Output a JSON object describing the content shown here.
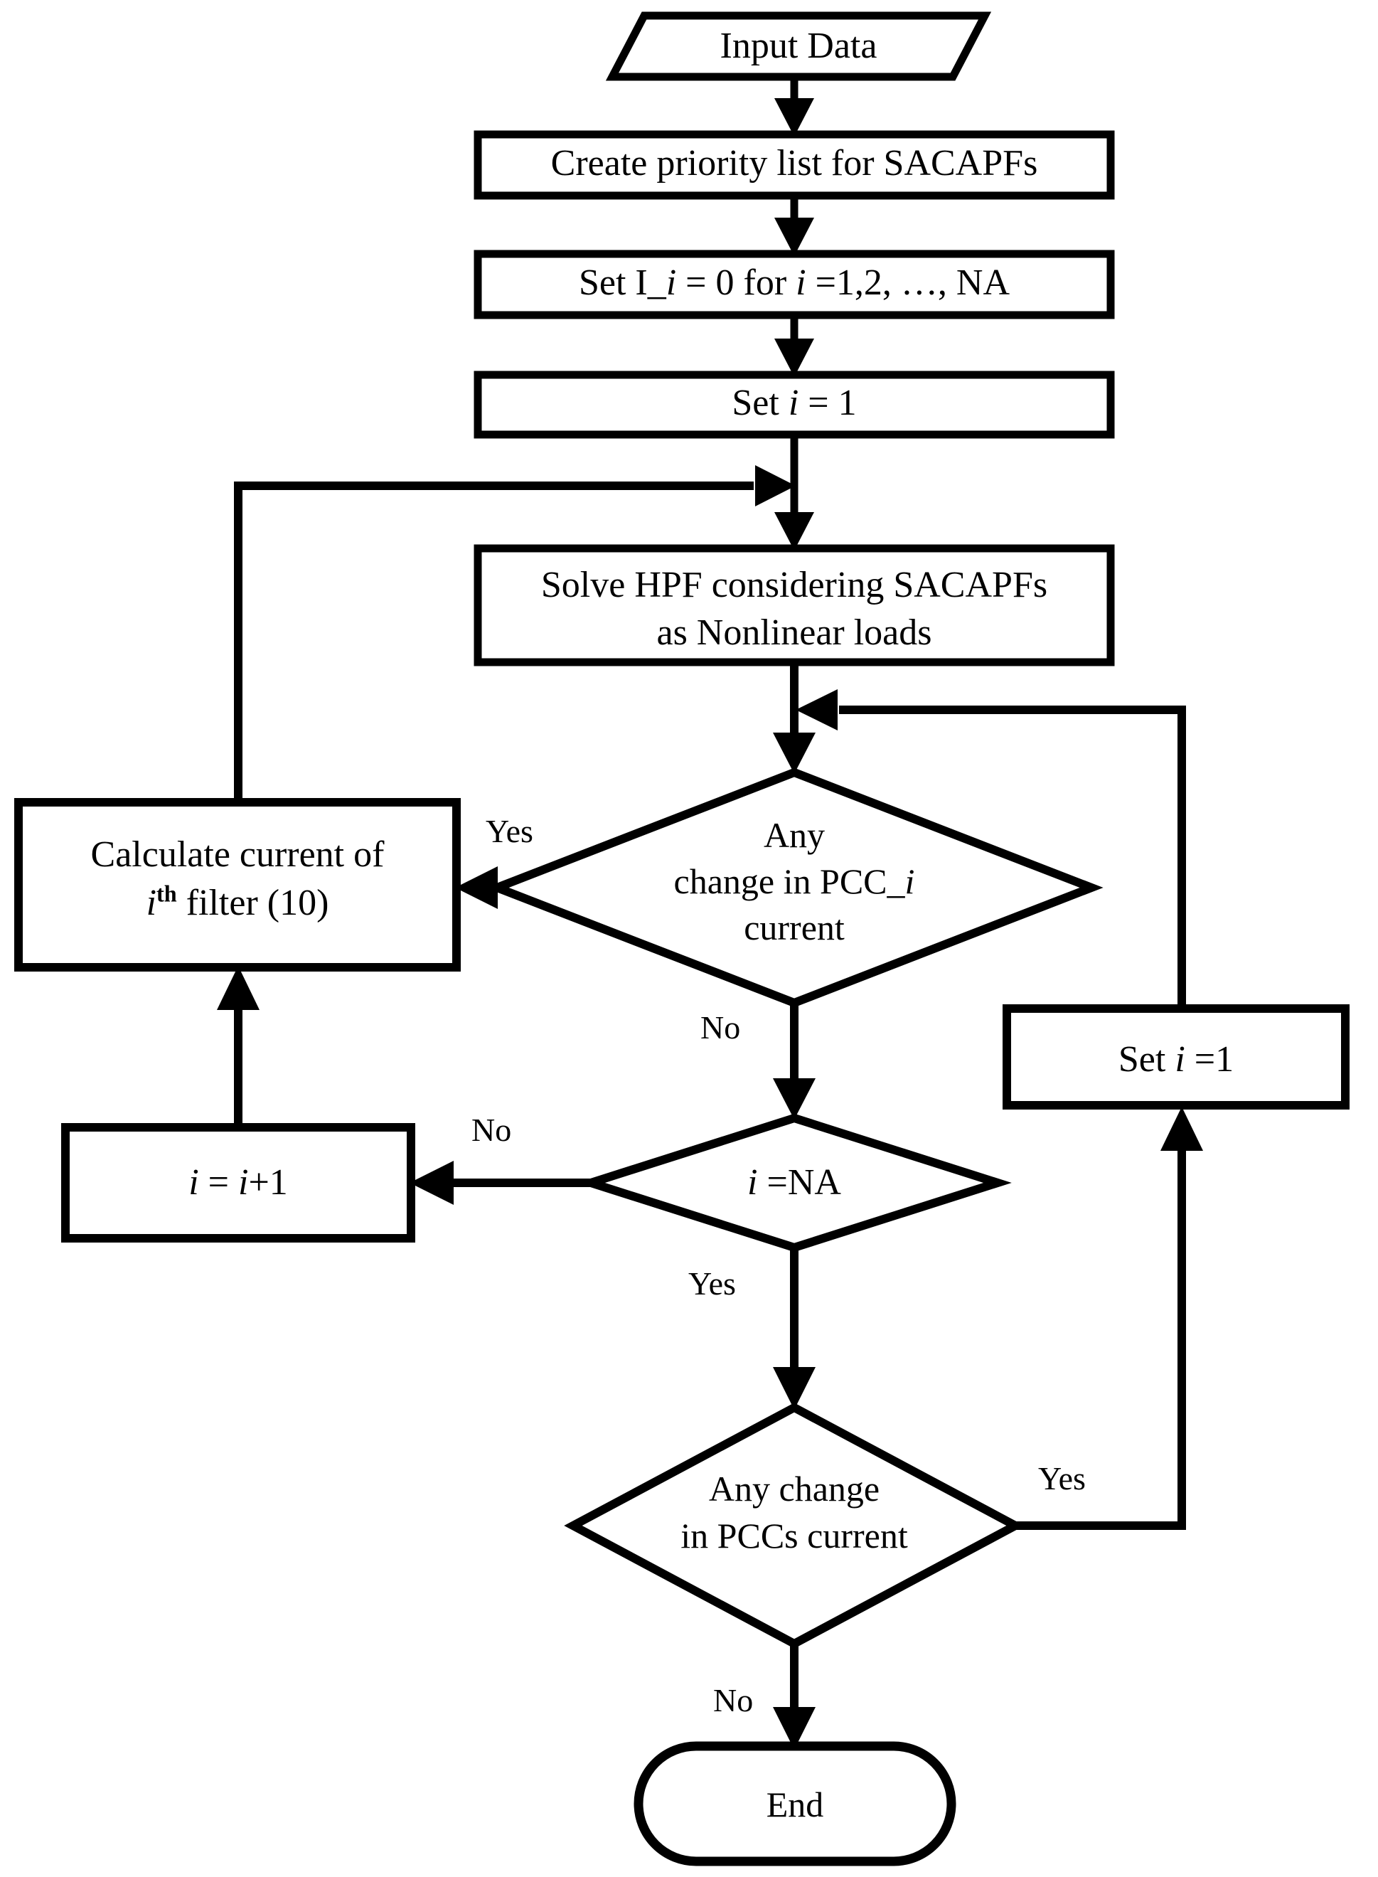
{
  "diagram": {
    "title": "SACAPF harmonic power flow algorithm flowchart",
    "type": "flowchart",
    "background_color": "#ffffff",
    "line_color": "#000000",
    "text_color": "#000000"
  },
  "nodes": {
    "input_data": {
      "shape": "parallelogram",
      "label": "Input Data"
    },
    "create_priority_list": {
      "shape": "process",
      "label": "Create priority list for SACAPFs"
    },
    "set_current_zero": {
      "shape": "process",
      "label_parts": [
        "Set I_",
        "i",
        " = 0 for ",
        "i",
        " =1,2, …, NA"
      ],
      "label": "Set I_i = 0 for i =1,2, …, NA"
    },
    "set_i_one_top": {
      "shape": "process",
      "label_parts": [
        "Set ",
        "i",
        " = 1"
      ],
      "label": "Set i = 1"
    },
    "solve_hpf": {
      "shape": "process",
      "line1": "Solve HPF considering SACAPFs",
      "line2": "as Nonlinear loads",
      "label": "Solve HPF considering SACAPFs as Nonlinear loads"
    },
    "decision_pcc_i": {
      "shape": "decision",
      "line1": "Any",
      "line2_parts": [
        "change in PCC_",
        "i"
      ],
      "line2": "change in PCC_i",
      "line3": "current",
      "label": "Any change in PCC_i current"
    },
    "calculate_filter_current": {
      "shape": "process",
      "line1": "Calculate current of",
      "line2_parts": [
        "i",
        "th",
        " filter (10)"
      ],
      "line2": "i th filter (10)",
      "label": "Calculate current of i th filter (10)"
    },
    "increment_i": {
      "shape": "process",
      "label_parts": [
        "i",
        " = ",
        "i",
        "+1"
      ],
      "label": "i = i+1"
    },
    "decision_i_eq_na": {
      "shape": "decision",
      "label_parts": [
        "i",
        " =NA"
      ],
      "label": "i =NA"
    },
    "set_i_one_right": {
      "shape": "process",
      "label_parts": [
        "Set ",
        "i",
        " =1"
      ],
      "label": "Set i =1"
    },
    "decision_pccs_current": {
      "shape": "decision",
      "line1": "Any change",
      "line2": "in PCCs  current",
      "label": "Any change in PCCs current"
    },
    "end": {
      "shape": "terminator",
      "label": "End"
    }
  },
  "edge_labels": {
    "pcc_i_yes": "Yes",
    "pcc_i_no": "No",
    "i_eq_na_no": "No",
    "i_eq_na_yes": "Yes",
    "pccs_yes": "Yes",
    "pccs_no": "No"
  }
}
